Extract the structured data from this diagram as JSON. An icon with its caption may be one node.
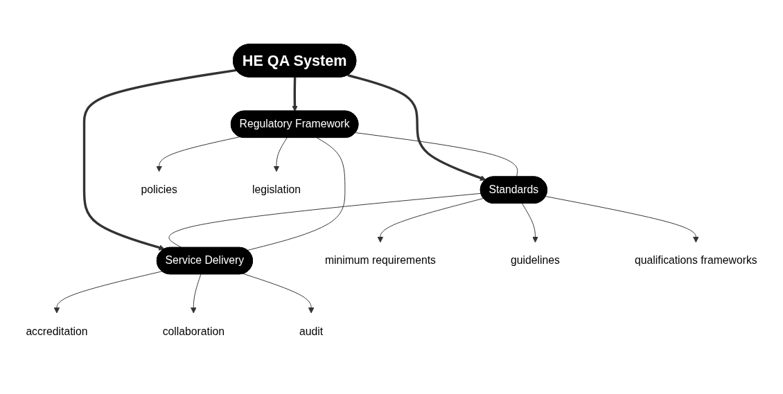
{
  "diagram": {
    "nodes": [
      {
        "text": [
          "HE QA System"
        ]
      },
      {
        "text": [
          "Regulatory Framework"
        ]
      },
      {
        "text": [
          "Standards"
        ]
      },
      {
        "text": [
          "Service Delivery"
        ]
      },
      {
        "text": [
          "policies"
        ]
      },
      {
        "text": [
          "legislation"
        ]
      },
      {
        "text": [
          "minimum requirements"
        ]
      },
      {
        "text": [
          "guidelines"
        ]
      },
      {
        "text": [
          "qualifications frameworks"
        ]
      },
      {
        "text": [
          "accreditation"
        ]
      },
      {
        "text": [
          "collaboration"
        ]
      },
      {
        "text": [
          "audit"
        ]
      }
    ],
    "edges": [
      {
        "from": 0,
        "to": 1,
        "arrow": "to",
        "style": "thick"
      },
      {
        "from": 0,
        "to": 2,
        "arrow": "to",
        "style": "thick"
      },
      {
        "from": 0,
        "to": 3,
        "arrow": "to",
        "style": "thick"
      },
      {
        "from": 1,
        "to": 2,
        "arrow": "none"
      },
      {
        "from": 2,
        "to": 3,
        "arrow": "none"
      },
      {
        "from": 3,
        "to": 1,
        "arrow": "none"
      },
      {
        "from": 1,
        "to": 4,
        "arrow": "to"
      },
      {
        "from": 1,
        "to": 5,
        "arrow": "to"
      },
      {
        "from": 2,
        "to": 6,
        "arrow": "to"
      },
      {
        "from": 2,
        "to": 7,
        "arrow": "to"
      },
      {
        "from": 2,
        "to": 8,
        "arrow": "to"
      },
      {
        "from": 3,
        "to": 9,
        "arrow": "to"
      },
      {
        "from": 3,
        "to": 10,
        "arrow": "to"
      },
      {
        "from": 3,
        "to": 11,
        "arrow": "to"
      }
    ]
  }
}
